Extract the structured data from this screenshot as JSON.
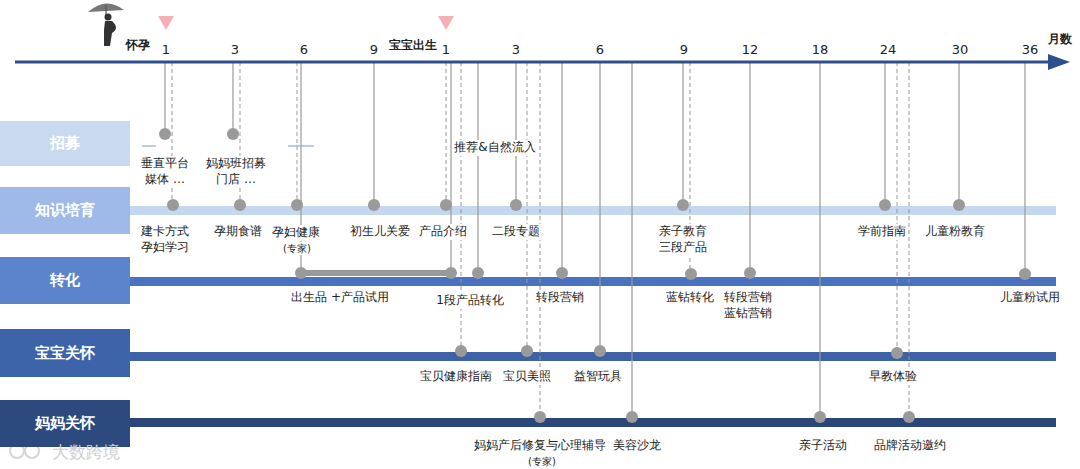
{
  "diagram": {
    "nodes": [
      {
        "text": [
          "招募"
        ]
      },
      {
        "text": [
          "知识培育"
        ]
      },
      {
        "text": [
          "转化"
        ]
      },
      {
        "text": [
          "宝宝关怀"
        ]
      },
      {
        "text": [
          "妈妈关怀"
        ]
      }
    ],
    "edges": [],
    "labels": [
      "怀孕",
      "1",
      "3",
      "6",
      "9",
      "宝宝出生",
      "1",
      "3",
      "6",
      "9",
      "12",
      "18",
      "24",
      "30",
      "36",
      "月数",
      "垂直平台 媒体 …",
      "妈妈班招募 门店 …",
      "推荐&自然流入",
      "建卡方式 孕妇学习",
      "孕期食谱",
      "孕妇健康",
      "(专家)",
      "初生儿关爱",
      "产品介绍",
      "二段专题",
      "亲子教育 三段产品",
      "学前指南",
      "儿童粉教育",
      "出生品 +产品试用",
      "1段产品转化",
      "转段营销",
      "蓝钻转化",
      "转段营销 蓝钻营销",
      "儿童粉试用",
      "宝贝健康指南",
      "宝贝美照",
      "益智玩具",
      "早教体验",
      "妈妈产后修复与心理辅导",
      "(专家)",
      "美容沙龙",
      "亲子活动",
      "品牌活动邀约",
      "大数跨境"
    ]
  }
}
